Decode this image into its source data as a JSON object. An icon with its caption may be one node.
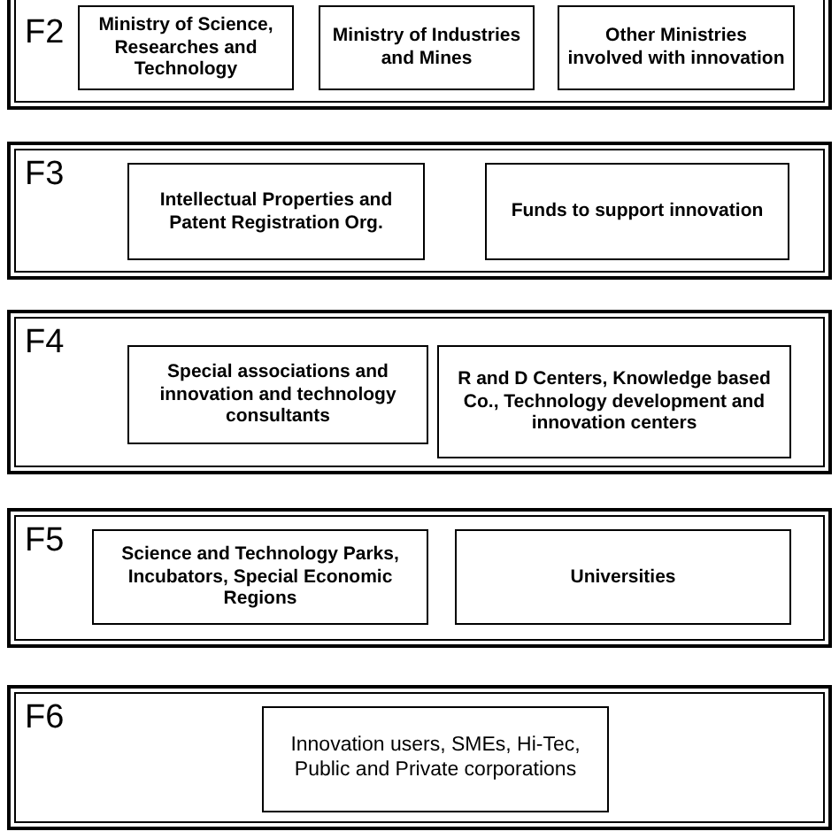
{
  "diagram": {
    "nodes": [
      {
        "text": [
          "F2"
        ]
      },
      {
        "text": [
          "Ministry of Science, Researches and Technology"
        ],
        "in": 0
      },
      {
        "text": [
          "Ministry of Industries and Mines"
        ],
        "in": 0
      },
      {
        "text": [
          "Other Ministries involved with innovation"
        ],
        "in": 0
      },
      {
        "text": [
          "F3"
        ]
      },
      {
        "text": [
          "Intellectual Properties and Patent Registration Org."
        ],
        "in": 4
      },
      {
        "text": [
          "Funds to support innovation"
        ],
        "in": 4
      },
      {
        "text": [
          "F4"
        ]
      },
      {
        "text": [
          "Special associations and innovation and technology consultants"
        ],
        "in": 7
      },
      {
        "text": [
          "R and D Centers, Knowledge based Co., Technology development and innovation centers"
        ],
        "in": 7
      },
      {
        "text": [
          "F5"
        ]
      },
      {
        "text": [
          "Science and Technology Parks, Incubators, Special Economic Regions"
        ],
        "in": 10
      },
      {
        "text": [
          "Universities"
        ],
        "in": 10
      },
      {
        "text": [
          "F6"
        ]
      },
      {
        "text": [
          "Innovation users, SMEs, Hi-Tec, Public and Private corporations"
        ],
        "in": 13
      }
    ]
  }
}
